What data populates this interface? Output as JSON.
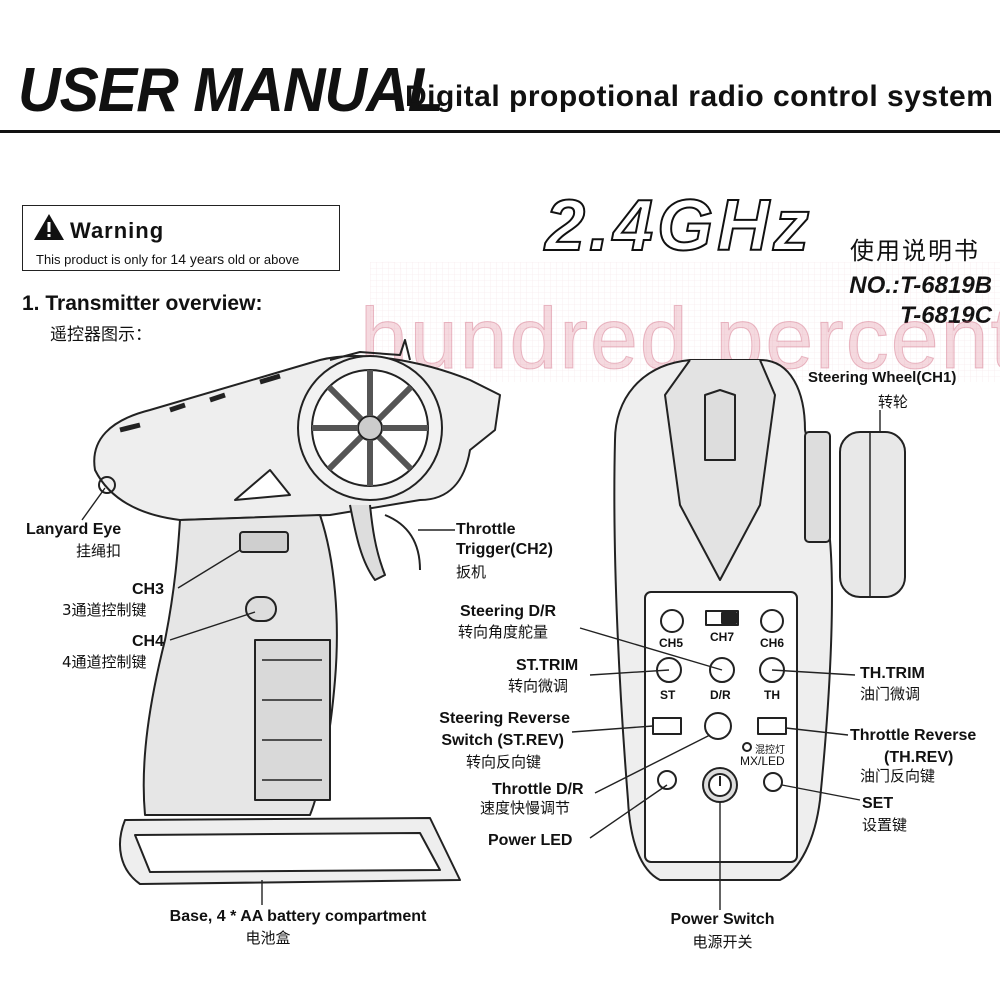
{
  "header": {
    "title": "USER MANUAL",
    "subtitle": "Digital propotional radio control system"
  },
  "warning": {
    "title": "Warning",
    "text_pre": "This product is only for",
    "age": "14 years",
    "text_post": "old or above"
  },
  "brand": {
    "frequency": "2.4GHz",
    "manual_cn": "使用说明书",
    "model_no": "NO.:T-6819B",
    "model_alt": "T-6819C",
    "watermark": "hundred percent"
  },
  "section": {
    "title": "1. Transmitter overview:",
    "title_cn": "遥控器图示："
  },
  "labels": {
    "lanyard_eye": "Lanyard Eye",
    "lanyard_eye_cn": "挂绳扣",
    "ch3": "CH3",
    "ch3_cn": "3通道控制键",
    "ch4": "CH4",
    "ch4_cn": "4通道控制键",
    "throttle_trigger_1": "Throttle",
    "throttle_trigger_2": "Trigger(CH2)",
    "throttle_trigger_cn": "扳机",
    "base": "Base, 4 * AA battery compartment",
    "base_cn": "电池盒",
    "steering_wheel": "Steering Wheel(CH1)",
    "steering_wheel_cn": "转轮",
    "steering_dr": "Steering D/R",
    "steering_dr_cn": "转向角度舵量",
    "st_trim": "ST.TRIM",
    "st_trim_cn": "转向微调",
    "steering_rev_1": "Steering Reverse",
    "steering_rev_2": "Switch (ST.REV)",
    "steering_rev_cn": "转向反向键",
    "throttle_dr": "Throttle D/R",
    "throttle_dr_cn": "速度快慢调节",
    "power_led": "Power LED",
    "power_switch": "Power Switch",
    "power_switch_cn": "电源开关",
    "th_trim": "TH.TRIM",
    "th_trim_cn": "油门微调",
    "throttle_rev_1": "Throttle Reverse",
    "throttle_rev_2": "(TH.REV)",
    "throttle_rev_cn": "油门反向键",
    "set": "SET",
    "set_cn": "设置键"
  },
  "panel": {
    "ch5": "CH5",
    "ch7": "CH7",
    "ch6": "CH6",
    "st": "ST",
    "dr": "D/R",
    "th": "TH",
    "mx_cn": "混控灯",
    "mx": "MX/LED"
  }
}
